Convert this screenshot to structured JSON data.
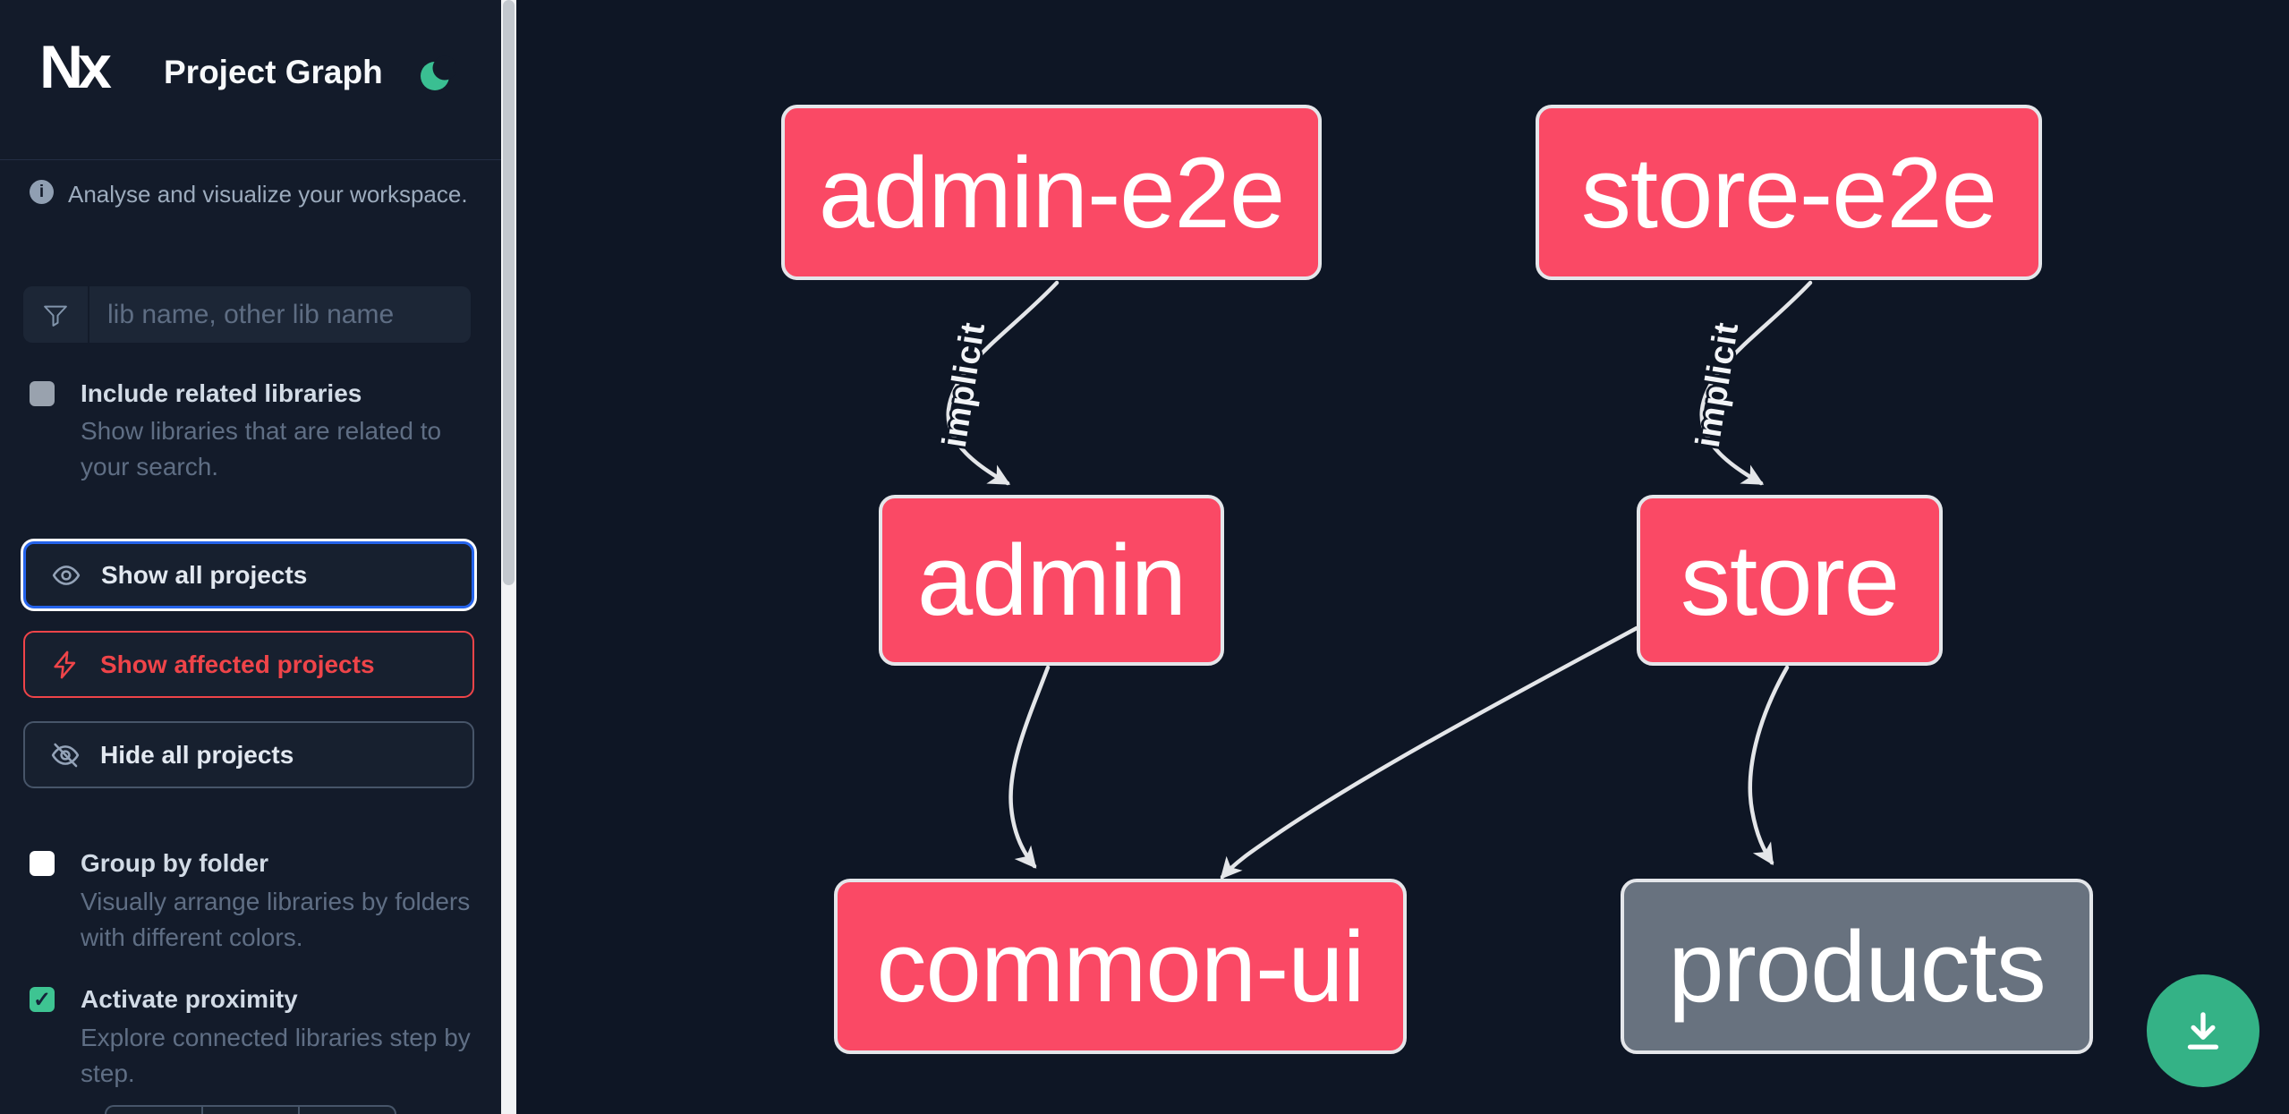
{
  "app": {
    "logo_text": "Nx",
    "title": "Project Graph"
  },
  "sidebar": {
    "info_text": "Analyse and visualize your workspace.",
    "search": {
      "placeholder": "lib name, other lib name",
      "value": ""
    },
    "checkboxes": [
      {
        "label": "Include related libraries",
        "description": "Show libraries that are related to your search.",
        "checked": false
      },
      {
        "label": "Group by folder",
        "description": "Visually arrange libraries by folders with different colors.",
        "checked": false
      },
      {
        "label": "Activate proximity",
        "description": "Explore connected libraries step by step.",
        "checked": true
      }
    ],
    "buttons": [
      {
        "label": "Show all projects",
        "icon": "eye-icon",
        "state": "focused"
      },
      {
        "label": "Show affected projects",
        "icon": "bolt-icon",
        "state": "affected"
      },
      {
        "label": "Hide all projects",
        "icon": "eye-off-icon",
        "state": "default"
      }
    ],
    "check_glyph": "✓"
  },
  "graph": {
    "nodes": [
      {
        "id": "admin-e2e",
        "label": "admin-e2e",
        "color": "pink"
      },
      {
        "id": "store-e2e",
        "label": "store-e2e",
        "color": "pink"
      },
      {
        "id": "admin",
        "label": "admin",
        "color": "pink"
      },
      {
        "id": "store",
        "label": "store",
        "color": "pink"
      },
      {
        "id": "common-ui",
        "label": "common-ui",
        "color": "pink"
      },
      {
        "id": "products",
        "label": "products",
        "color": "gray"
      }
    ],
    "edges": [
      {
        "from": "admin-e2e",
        "to": "admin",
        "label": "implicit"
      },
      {
        "from": "store-e2e",
        "to": "store",
        "label": "implicit"
      },
      {
        "from": "admin",
        "to": "common-ui",
        "label": ""
      },
      {
        "from": "store",
        "to": "common-ui",
        "label": ""
      },
      {
        "from": "store",
        "to": "products",
        "label": ""
      }
    ]
  },
  "fab": {
    "icon": "download-icon"
  },
  "colors": {
    "background": "#0e1625",
    "sidebar_background": "#131b2a",
    "node_pink": "#fa4965",
    "node_gray": "#68727f",
    "node_border": "#e4e6ea",
    "edge": "#e4e6e9",
    "accent_green": "#34b286",
    "checkbox_green": "#3ec492",
    "focus_blue": "#2563eb",
    "affected_red": "#ef4449",
    "text_muted": "#5f6e84"
  }
}
